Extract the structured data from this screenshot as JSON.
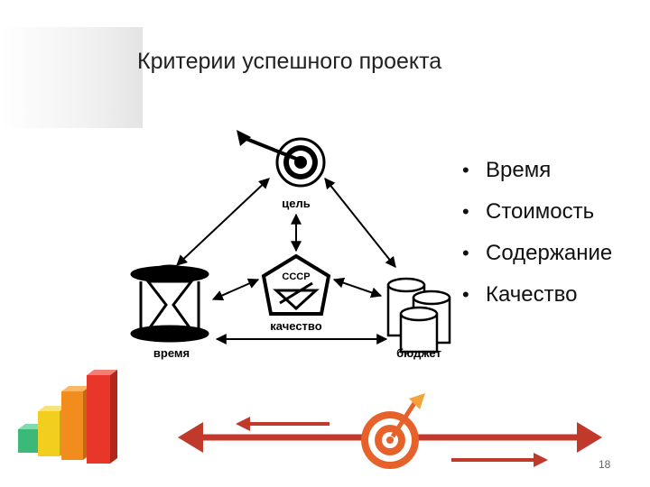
{
  "slide": {
    "title": "Критерии успешного проекта",
    "page_number": "18"
  },
  "diagram": {
    "labels": {
      "goal": "цель",
      "time": "время",
      "quality": "качество",
      "budget": "бюджет",
      "badge": "СССР"
    }
  },
  "bullets": [
    {
      "marker": "•",
      "text": "Время"
    },
    {
      "marker": "•",
      "text": "Стоимость"
    },
    {
      "marker": "•",
      "text": "Содержание"
    },
    {
      "marker": "•",
      "text": "Качество"
    }
  ],
  "colors": {
    "bar_green": "#3cb878",
    "bar_yellow": "#f2cf1f",
    "bar_orange": "#f28c1c",
    "bar_red": "#e8372a",
    "arrow_red": "#c0392b",
    "target_orange": "#e6622a"
  }
}
